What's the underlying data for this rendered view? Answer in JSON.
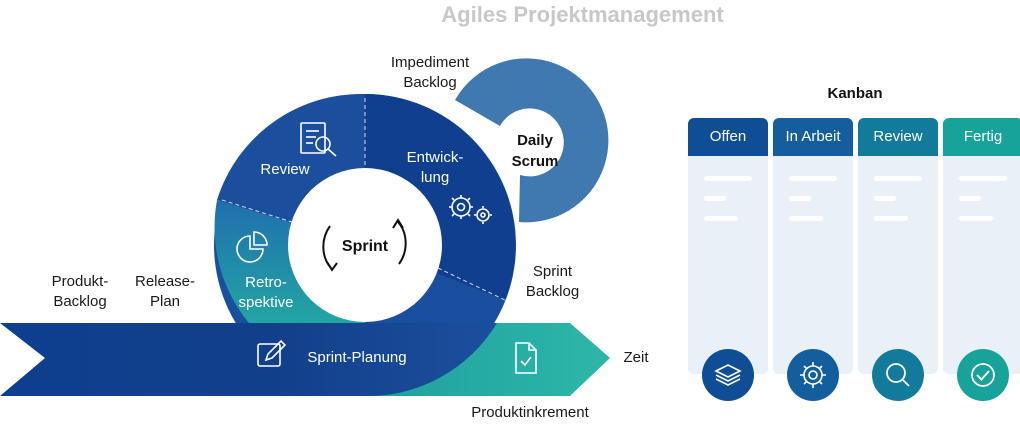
{
  "title": "Agiles Projektmanagement",
  "cycle": {
    "produkt_backlog": [
      "Produkt-",
      "Backlog"
    ],
    "release_plan": [
      "Release-",
      "Plan"
    ],
    "impediment_backlog": [
      "Impediment",
      "Backlog"
    ],
    "daily_scrum": [
      "Daily",
      "Scrum"
    ],
    "sprint": "Sprint",
    "review": "Review",
    "entwicklung": [
      "Entwick-",
      "lung"
    ],
    "retrospektive": [
      "Retro-",
      "spektive"
    ],
    "sprint_backlog": [
      "Sprint",
      "Backlog"
    ],
    "sprint_planung": "Sprint-Planung",
    "zeit": "Zeit",
    "produktinkrement": "Produktinkrement"
  },
  "kanban": {
    "title": "Kanban",
    "columns": [
      {
        "label": "Offen",
        "color": "#0f4e94",
        "icon": "stack-icon"
      },
      {
        "label": "In Arbeit",
        "color": "#145e9e",
        "icon": "gear-icon"
      },
      {
        "label": "Review",
        "color": "#127a9a",
        "icon": "magnifier-icon"
      },
      {
        "label": "Fertig",
        "color": "#18a39a",
        "icon": "checkmark-icon"
      }
    ]
  },
  "colors": {
    "navy": "#0d3f8f",
    "blue": "#1a54a6",
    "steel": "#3f79b0",
    "teal": "#22a7a0",
    "teal_light": "#2db3a8",
    "kanban_body": "#eaf0f7"
  }
}
